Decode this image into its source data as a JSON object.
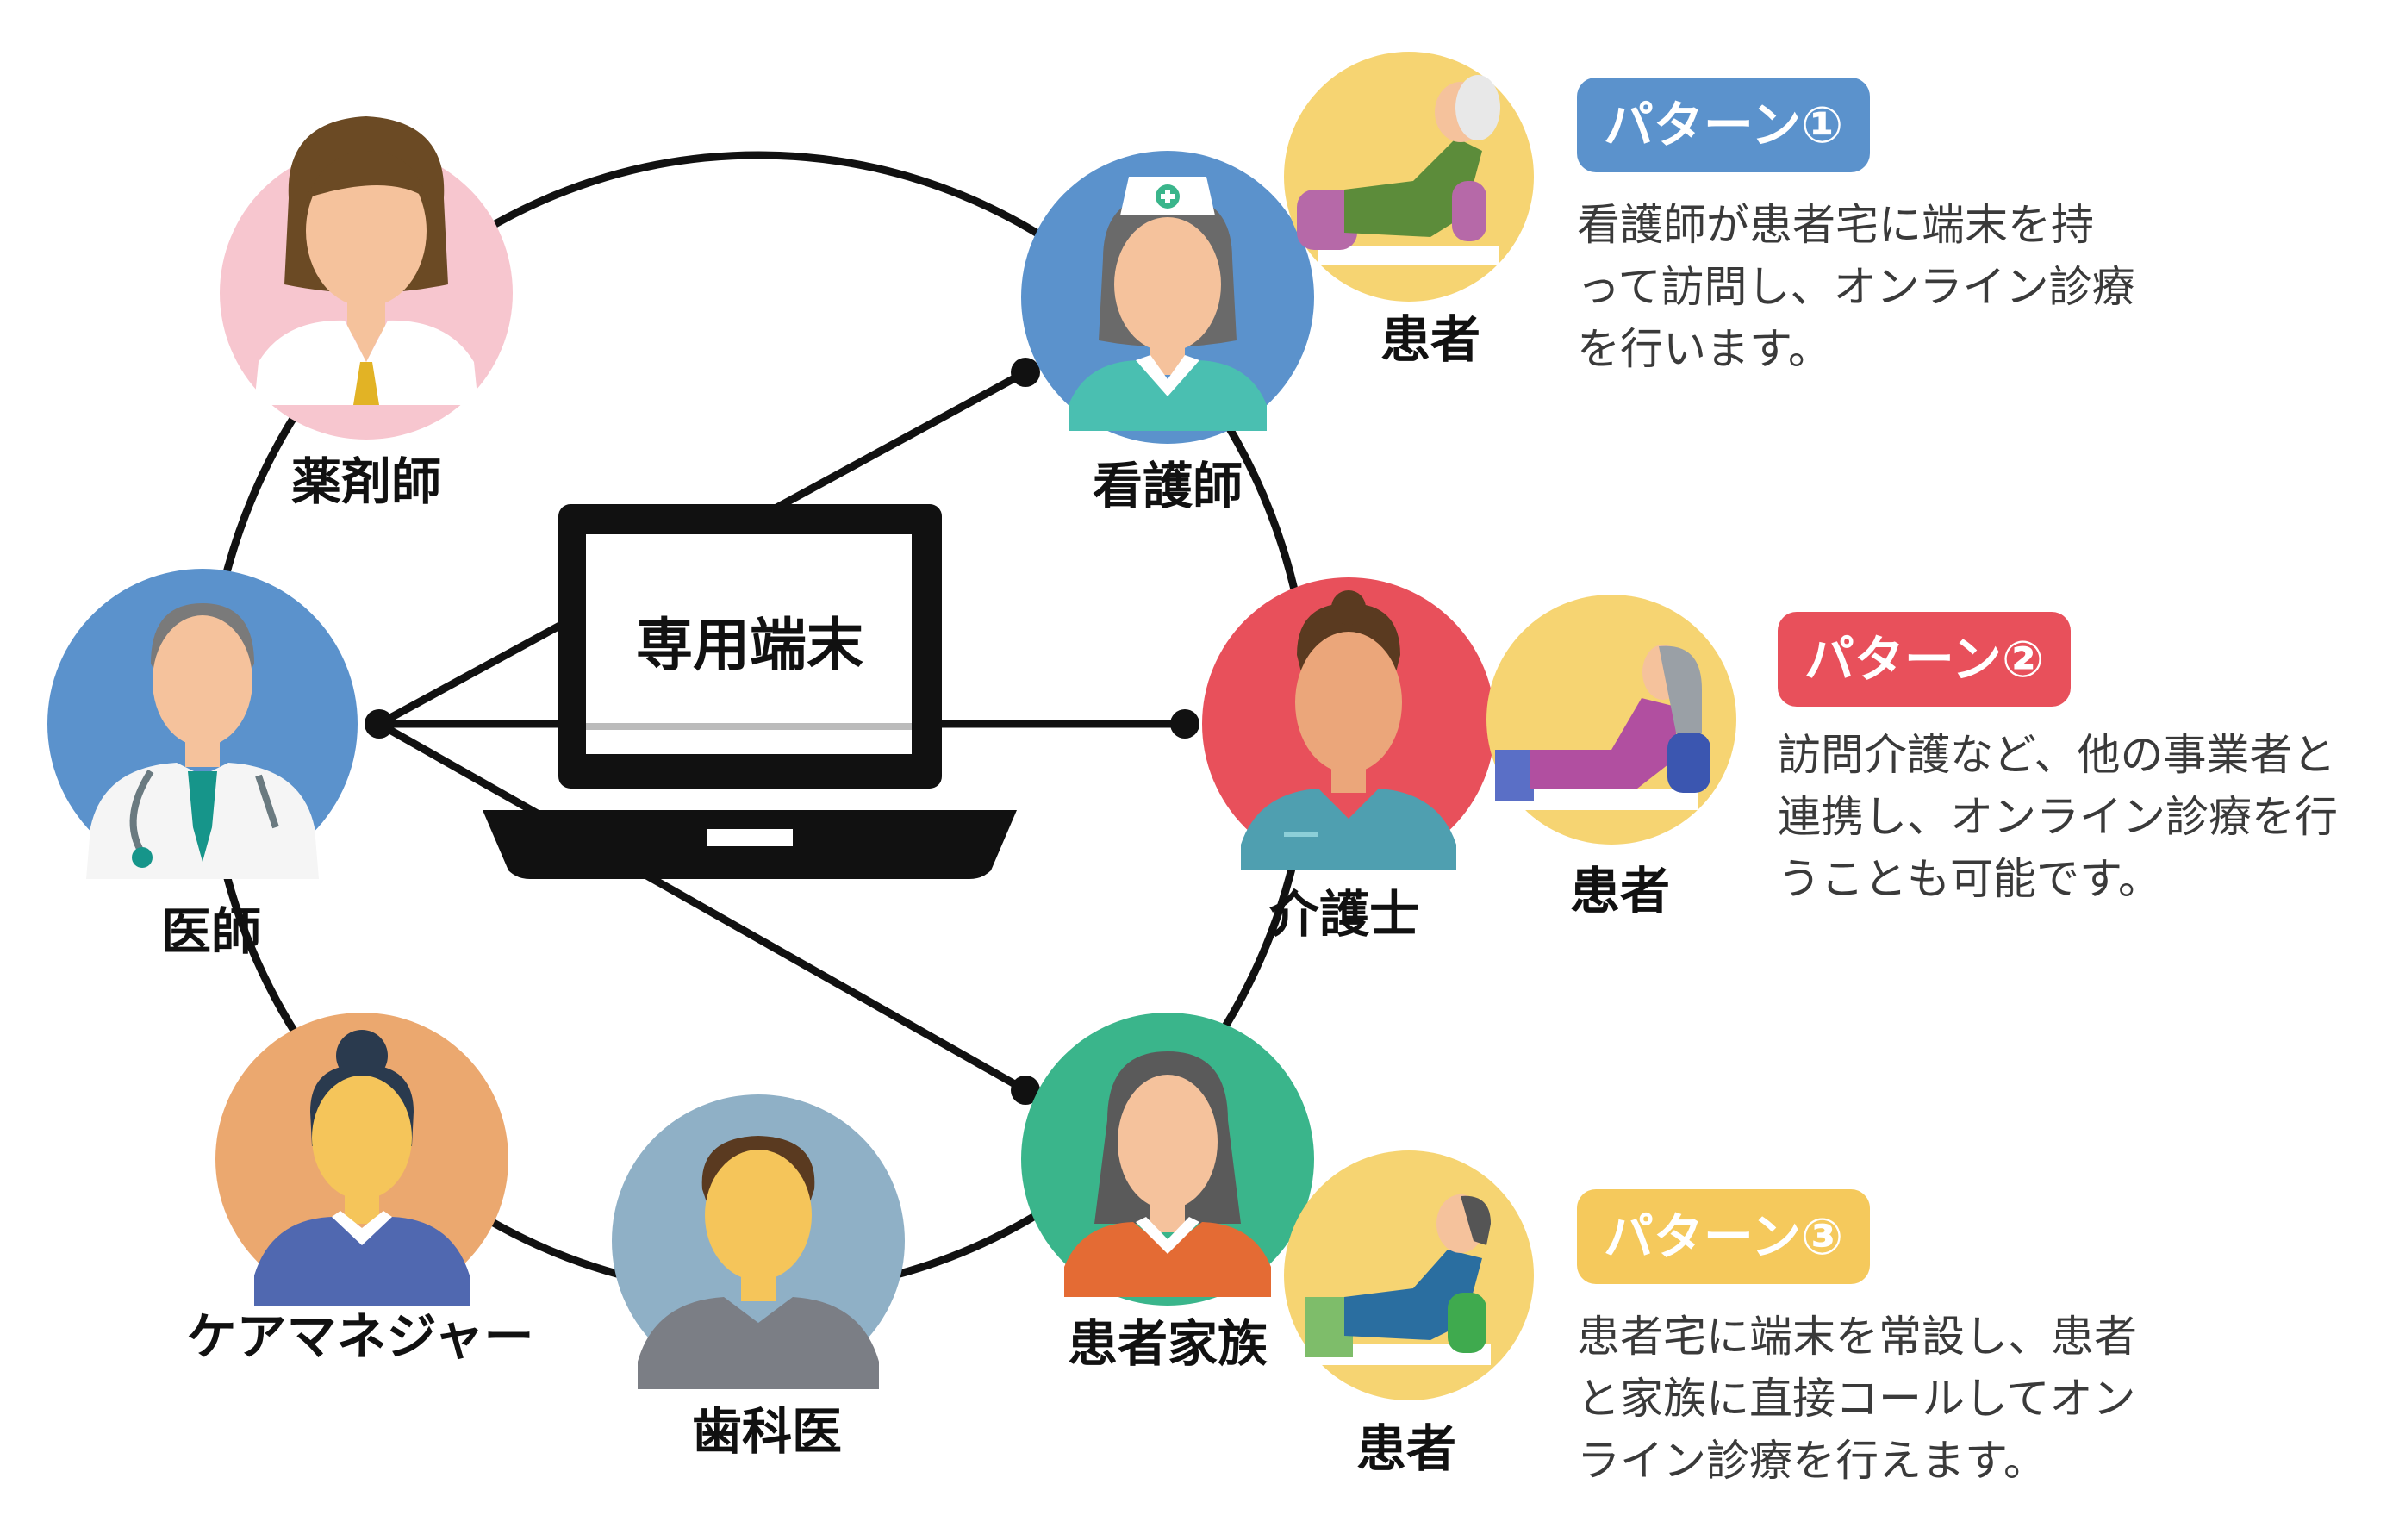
{
  "terminal": {
    "label": "専用端末"
  },
  "nodes": {
    "pharmacist": "薬剤師",
    "nurse": "看護師",
    "doctor": "医師",
    "care_worker": "介護士",
    "care_manager": "ケアマネジャー",
    "dentist": "歯科医",
    "family": "患者家族"
  },
  "patients": [
    "患者",
    "患者",
    "患者"
  ],
  "patterns": [
    {
      "title": "パターン①",
      "color": "#5b92cc",
      "lines": [
        "看護師が患者宅に端末を持",
        "って訪問し、オンライン診療",
        "を行います。"
      ]
    },
    {
      "title": "パターン②",
      "color": "#e8505b",
      "lines": [
        "訪問介護など、他の事業者と",
        "連携し、オンライン診療を行",
        "うことも可能です。"
      ]
    },
    {
      "title": "パターン③",
      "color": "#f5c95c",
      "lines": [
        "患者宅に端末を常設し、患者",
        "と家族に直接コールしてオン",
        "ライン診療を行えます。"
      ]
    }
  ],
  "colors": {
    "pharmacist_bg": "#f7c6cf",
    "nurse_bg": "#5b92cc",
    "doctor_bg": "#5b92cc",
    "care_worker_bg": "#e8505b",
    "care_manager_bg": "#eba86f",
    "dentist_bg": "#8fb0c6",
    "family_bg": "#3ab58b",
    "patient_bg": "#f6d472"
  }
}
